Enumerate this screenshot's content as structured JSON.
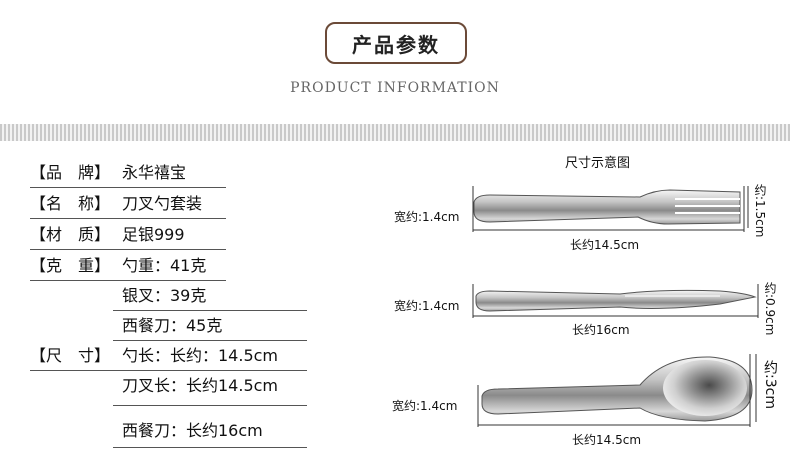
{
  "header": {
    "title": "产品参数",
    "subtitle": "PRODUCT INFORMATION"
  },
  "specs": {
    "brand": {
      "label": "【品　牌】",
      "value": "永华禧宝"
    },
    "name": {
      "label": "【名　称】",
      "value": "刀叉勺套装"
    },
    "material": {
      "label": "【材　质】",
      "value": "足银999"
    },
    "weight": {
      "label": "【克　重】",
      "spoon": "勺重：41克",
      "fork": "银叉：39克",
      "knife": "西餐刀：45克"
    },
    "size": {
      "label": "【尺　寸】",
      "spoon": "勺长：长约：14.5cm",
      "forkknife": "刀叉长：长约14.5cm",
      "knife": "西餐刀：长约16cm"
    }
  },
  "diagram": {
    "title": "尺寸示意图",
    "fork": {
      "width": "宽约:1.4cm",
      "length": "长约14.5cm",
      "height": "约:1.5cm"
    },
    "knife": {
      "width": "宽约:1.4cm",
      "length": "长约16cm",
      "height": "约:0.9cm"
    },
    "spoon": {
      "width": "宽约:1.4cm",
      "length": "长约14.5cm",
      "height": "约:3cm"
    }
  }
}
